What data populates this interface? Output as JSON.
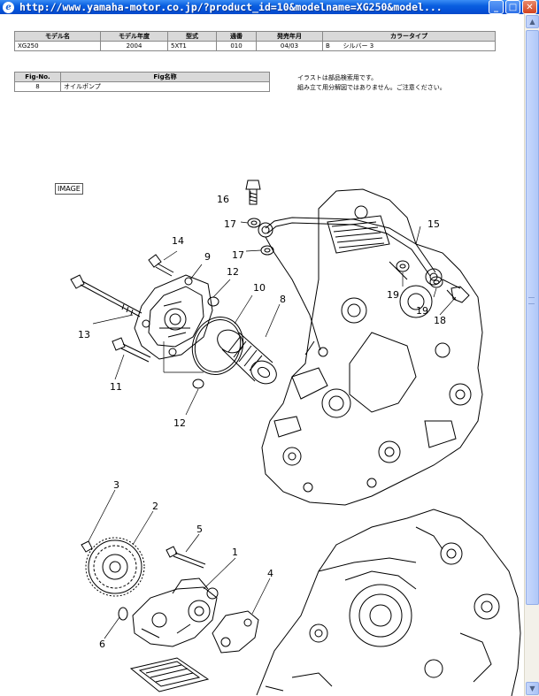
{
  "window": {
    "title": "http://www.yamaha-motor.co.jp/?product_id=10&modelname=XG250&model...",
    "icon": "ie-icon"
  },
  "model_table": {
    "headers": [
      "モデル名",
      "モデル年度",
      "型式",
      "通番",
      "発売年月",
      "カラータイプ"
    ],
    "row": {
      "model": "XG250",
      "year": "2004",
      "type": "5XT1",
      "serial": "010",
      "release": "04/03",
      "color_code": "B",
      "color_name": "シルバー 3"
    }
  },
  "fig_table": {
    "headers": [
      "Fig-No.",
      "Fig名称"
    ],
    "row": {
      "no": "8",
      "name": "オイルポンプ"
    }
  },
  "note": {
    "line1": "イラストは部品検索用です。",
    "line2": "組み立て用分解図ではありません。ご注意ください。"
  },
  "image_tag": "IMAGE",
  "callouts": [
    "16",
    "17",
    "17",
    "15",
    "14",
    "9",
    "12",
    "10",
    "8",
    "13",
    "11",
    "12",
    "19",
    "19",
    "18",
    "3",
    "2",
    "5",
    "1",
    "4",
    "6"
  ]
}
